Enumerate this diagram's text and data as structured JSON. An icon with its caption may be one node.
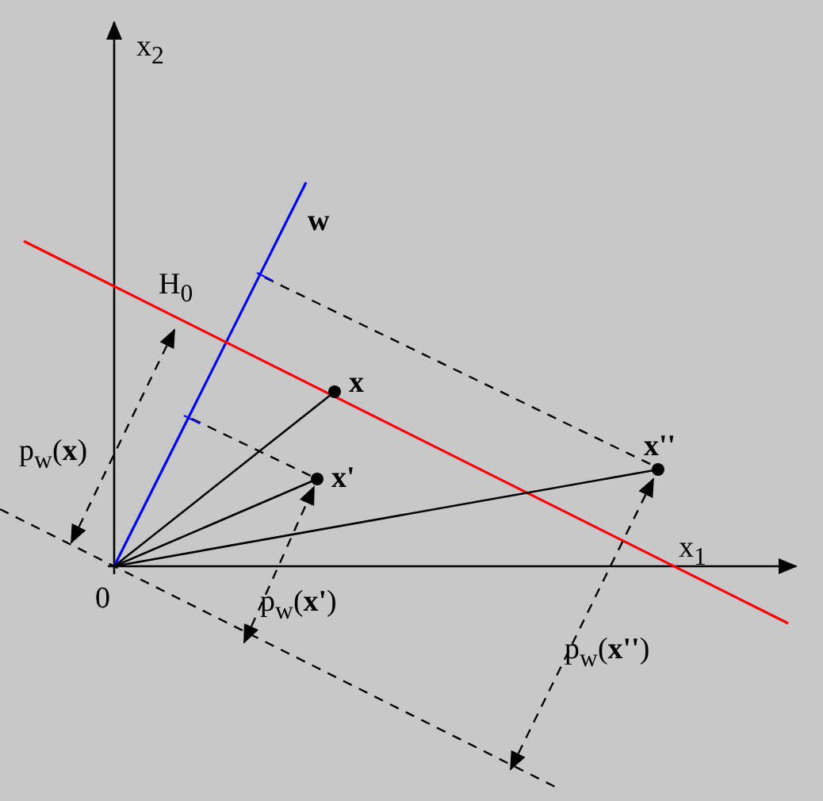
{
  "diagram": {
    "nodes": [
      {
        "text": [
          "x"
        ]
      },
      {
        "text": [
          "x'"
        ]
      },
      {
        "text": [
          "x''"
        ]
      }
    ],
    "edges": [
      {
        "from": null,
        "to": 0,
        "arrow": "none"
      },
      {
        "from": null,
        "to": 1,
        "arrow": "none"
      },
      {
        "from": null,
        "to": 2,
        "arrow": "none"
      }
    ],
    "labels": [
      "x$_{2}$",
      "w",
      "H$_{0}$",
      "p$_{w}$(**x**)",
      "x$_{1}$",
      "0",
      "p$_{w}$(**x'**)",
      "p$_{w}$(**x''**)"
    ]
  }
}
